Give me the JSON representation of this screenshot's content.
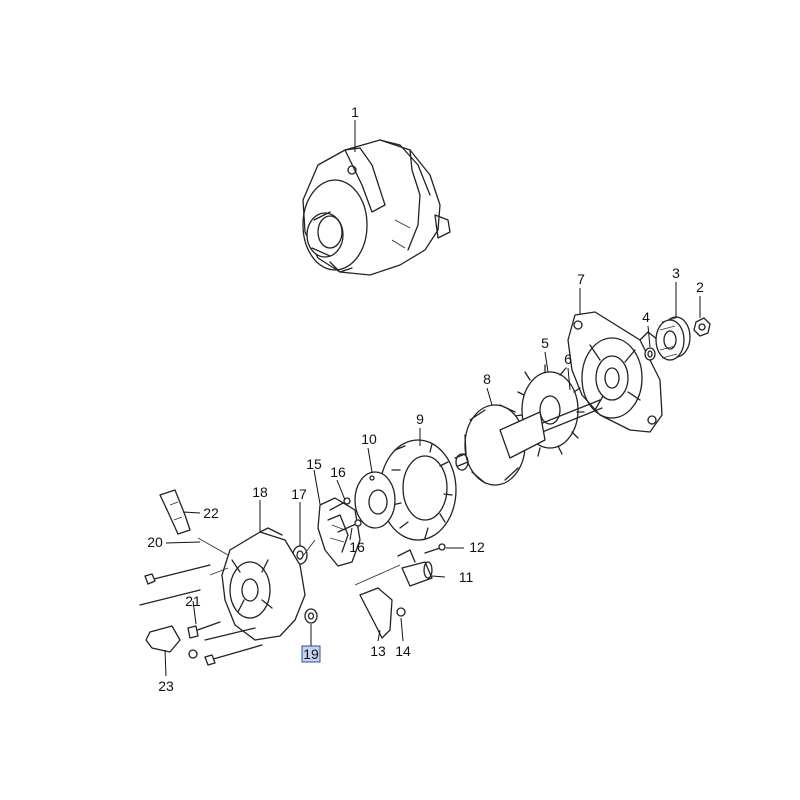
{
  "callouts": [
    {
      "id": "1",
      "label": "1"
    },
    {
      "id": "2",
      "label": "2"
    },
    {
      "id": "3",
      "label": "3"
    },
    {
      "id": "4",
      "label": "4"
    },
    {
      "id": "5",
      "label": "5"
    },
    {
      "id": "6",
      "label": "6"
    },
    {
      "id": "7",
      "label": "7"
    },
    {
      "id": "8",
      "label": "8"
    },
    {
      "id": "9",
      "label": "9"
    },
    {
      "id": "10",
      "label": "10"
    },
    {
      "id": "11",
      "label": "11"
    },
    {
      "id": "12",
      "label": "12"
    },
    {
      "id": "13",
      "label": "13"
    },
    {
      "id": "14",
      "label": "14"
    },
    {
      "id": "15",
      "label": "15"
    },
    {
      "id": "16a",
      "label": "16"
    },
    {
      "id": "16b",
      "label": "16"
    },
    {
      "id": "17",
      "label": "17"
    },
    {
      "id": "18",
      "label": "18"
    },
    {
      "id": "19",
      "label": "19",
      "highlighted": true
    },
    {
      "id": "20",
      "label": "20"
    },
    {
      "id": "21",
      "label": "21"
    },
    {
      "id": "22",
      "label": "22"
    },
    {
      "id": "23",
      "label": "23"
    }
  ],
  "colors": {
    "highlight_fill": "#c5d3ee",
    "highlight_border": "#2a4f9a",
    "line": "#222222"
  }
}
